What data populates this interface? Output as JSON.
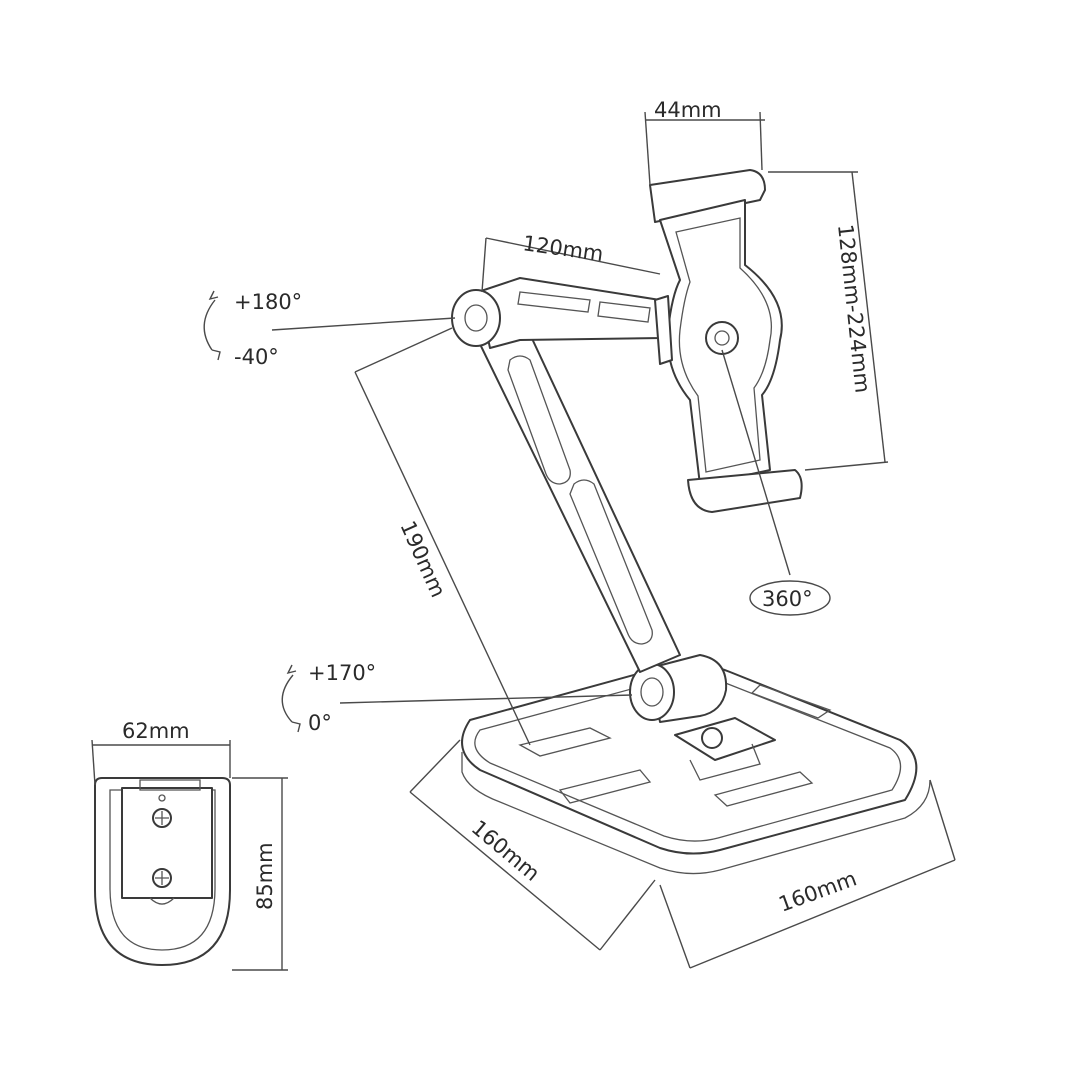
{
  "labels": {
    "holder_depth": "44mm",
    "arm_length": "120mm",
    "clamp_range": "128mm-224mm",
    "upper_rot_pos": "+180°",
    "upper_rot_neg": "-40°",
    "arm_height": "190mm",
    "holder_rotation": "360°",
    "lower_rot_pos": "+170°",
    "lower_rot_neg": "0°",
    "base_depth": "160mm",
    "base_width": "160mm",
    "plate_width": "62mm",
    "plate_height": "85mm"
  },
  "colors": {
    "line": "#3a3a3a",
    "background": "#ffffff"
  }
}
